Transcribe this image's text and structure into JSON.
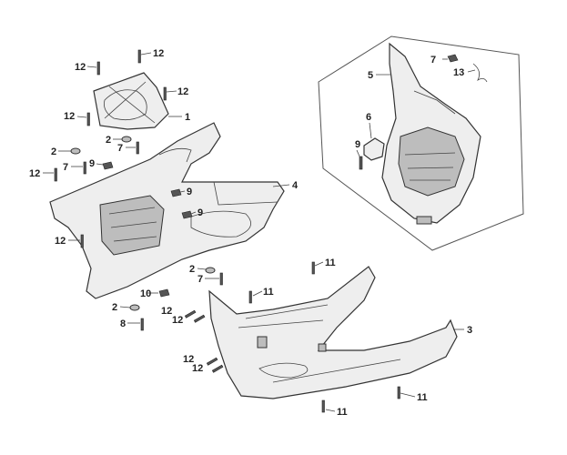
{
  "callouts": [
    {
      "id": "c1",
      "text": "1"
    },
    {
      "id": "c2a",
      "text": "2"
    },
    {
      "id": "c2b",
      "text": "2"
    },
    {
      "id": "c2c",
      "text": "2"
    },
    {
      "id": "c2d",
      "text": "2"
    },
    {
      "id": "c3",
      "text": "3"
    },
    {
      "id": "c4",
      "text": "4"
    },
    {
      "id": "c5",
      "text": "5"
    },
    {
      "id": "c6",
      "text": "6"
    },
    {
      "id": "c7a",
      "text": "7"
    },
    {
      "id": "c7b",
      "text": "7"
    },
    {
      "id": "c7c",
      "text": "7"
    },
    {
      "id": "c7d",
      "text": "7"
    },
    {
      "id": "c8",
      "text": "8"
    },
    {
      "id": "c9a",
      "text": "9"
    },
    {
      "id": "c9b",
      "text": "9"
    },
    {
      "id": "c9c",
      "text": "9"
    },
    {
      "id": "c9d",
      "text": "9"
    },
    {
      "id": "c10",
      "text": "10"
    },
    {
      "id": "c11a",
      "text": "11"
    },
    {
      "id": "c11b",
      "text": "11"
    },
    {
      "id": "c11c",
      "text": "11"
    },
    {
      "id": "c11d",
      "text": "11"
    },
    {
      "id": "c12a",
      "text": "12"
    },
    {
      "id": "c12b",
      "text": "12"
    },
    {
      "id": "c12c",
      "text": "12"
    },
    {
      "id": "c12d",
      "text": "12"
    },
    {
      "id": "c12e",
      "text": "12"
    },
    {
      "id": "c12f",
      "text": "12"
    },
    {
      "id": "c12g",
      "text": "12"
    },
    {
      "id": "c12h",
      "text": "12"
    },
    {
      "id": "c12i",
      "text": "12"
    },
    {
      "id": "c12j",
      "text": "12"
    },
    {
      "id": "c13",
      "text": "13"
    }
  ]
}
